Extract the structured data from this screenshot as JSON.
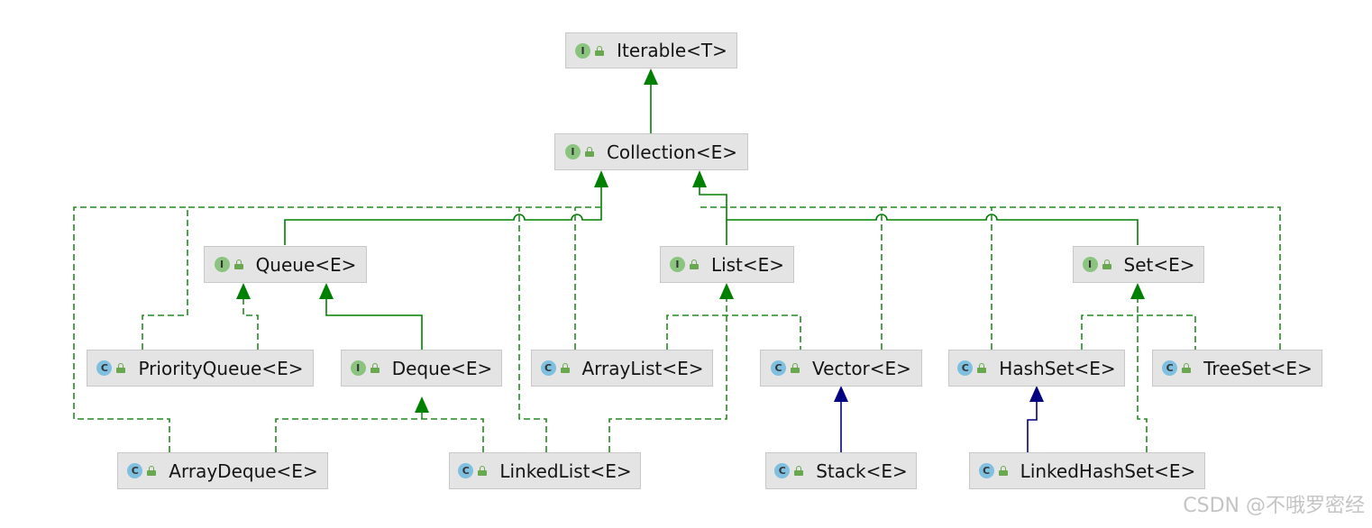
{
  "colors": {
    "interface_icon": "#8ac47f",
    "class_icon": "#7fbfe0",
    "extends_edge": "#008000",
    "implements_edge": "#228b22",
    "class_extends_edge": "#000080",
    "node_fill": "#e4e4e4"
  },
  "nodes": {
    "iterable": {
      "label": "Iterable<T>",
      "kind": "interface",
      "badge": "I"
    },
    "collection": {
      "label": "Collection<E>",
      "kind": "interface",
      "badge": "I"
    },
    "queue": {
      "label": "Queue<E>",
      "kind": "interface",
      "badge": "I"
    },
    "list": {
      "label": "List<E>",
      "kind": "interface",
      "badge": "I"
    },
    "set": {
      "label": "Set<E>",
      "kind": "interface",
      "badge": "I"
    },
    "priorityqueue": {
      "label": "PriorityQueue<E>",
      "kind": "class",
      "badge": "C"
    },
    "deque": {
      "label": "Deque<E>",
      "kind": "interface",
      "badge": "I"
    },
    "arraylist": {
      "label": "ArrayList<E>",
      "kind": "class",
      "badge": "C"
    },
    "vector": {
      "label": "Vector<E>",
      "kind": "class",
      "badge": "C"
    },
    "hashset": {
      "label": "HashSet<E>",
      "kind": "class",
      "badge": "C"
    },
    "treeset": {
      "label": "TreeSet<E>",
      "kind": "class",
      "badge": "C"
    },
    "arraydeque": {
      "label": "ArrayDeque<E>",
      "kind": "class",
      "badge": "C"
    },
    "linkedlist": {
      "label": "LinkedList<E>",
      "kind": "class",
      "badge": "C"
    },
    "stack": {
      "label": "Stack<E>",
      "kind": "class",
      "badge": "C"
    },
    "linkedhashset": {
      "label": "LinkedHashSet<E>",
      "kind": "class",
      "badge": "C"
    }
  },
  "edges": [
    {
      "from": "collection",
      "to": "iterable",
      "type": "extends"
    },
    {
      "from": "queue",
      "to": "collection",
      "type": "extends"
    },
    {
      "from": "list",
      "to": "collection",
      "type": "extends"
    },
    {
      "from": "set",
      "to": "collection",
      "type": "extends"
    },
    {
      "from": "deque",
      "to": "queue",
      "type": "extends"
    },
    {
      "from": "priorityqueue",
      "to": "queue",
      "type": "implements"
    },
    {
      "from": "arraylist",
      "to": "list",
      "type": "implements"
    },
    {
      "from": "vector",
      "to": "list",
      "type": "implements"
    },
    {
      "from": "hashset",
      "to": "set",
      "type": "implements"
    },
    {
      "from": "treeset",
      "to": "set",
      "type": "implements"
    },
    {
      "from": "linkedhashset",
      "to": "set",
      "type": "implements"
    },
    {
      "from": "arraydeque",
      "to": "deque",
      "type": "implements"
    },
    {
      "from": "linkedlist",
      "to": "deque",
      "type": "implements"
    },
    {
      "from": "linkedlist",
      "to": "list",
      "type": "implements"
    },
    {
      "from": "stack",
      "to": "vector",
      "type": "class-extends"
    },
    {
      "from": "linkedhashset",
      "to": "hashset",
      "type": "class-extends"
    },
    {
      "from": "priorityqueue",
      "to": "collection",
      "type": "implements"
    },
    {
      "from": "arraylist",
      "to": "collection",
      "type": "implements"
    },
    {
      "from": "vector",
      "to": "collection",
      "type": "implements"
    },
    {
      "from": "hashset",
      "to": "collection",
      "type": "implements"
    },
    {
      "from": "treeset",
      "to": "collection",
      "type": "implements"
    },
    {
      "from": "arraydeque",
      "to": "collection",
      "type": "implements"
    },
    {
      "from": "linkedlist",
      "to": "collection",
      "type": "implements"
    }
  ],
  "watermark": "CSDN @不哦罗密经"
}
